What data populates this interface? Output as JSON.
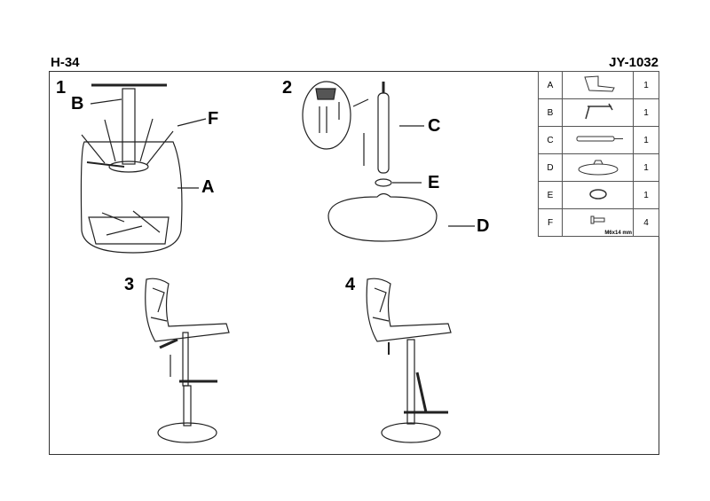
{
  "header": {
    "left_code": "H-34",
    "right_code": "JY-1032"
  },
  "parts_table": [
    {
      "letter": "A",
      "icon": "seat-icon",
      "qty": "1"
    },
    {
      "letter": "B",
      "icon": "lever-icon",
      "qty": "1"
    },
    {
      "letter": "C",
      "icon": "gas-cylinder-icon",
      "qty": "1"
    },
    {
      "letter": "D",
      "icon": "base-icon",
      "qty": "1"
    },
    {
      "letter": "E",
      "icon": "ring-icon",
      "qty": "1"
    },
    {
      "letter": "F",
      "icon": "screw-icon",
      "qty": "4",
      "size": "M6x14 mm"
    }
  ],
  "steps": [
    "1",
    "2",
    "3",
    "4"
  ],
  "callouts": {
    "a": "A",
    "b": "B",
    "c": "C",
    "d": "D",
    "e": "E",
    "f": "F"
  }
}
